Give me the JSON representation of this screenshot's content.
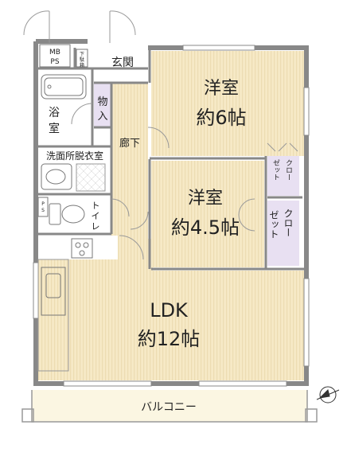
{
  "colors": {
    "wall": "#888888",
    "floor_wood": "#f6e9c6",
    "floor_wood_stripe": "#eadab0",
    "storage": "#e8e0f2",
    "wet_area": "#ffffff",
    "balcony": "#fbf6e2",
    "line": "#666666"
  },
  "rooms": {
    "western1": {
      "name": "洋室",
      "size": "約6帖"
    },
    "western2": {
      "name": "洋室",
      "size": "約4.5帖"
    },
    "ldk": {
      "name": "LDK",
      "size": "約12帖"
    },
    "corridor": "廊下",
    "entrance": "玄関",
    "storage": [
      "物",
      "入"
    ],
    "bath": [
      "浴",
      "室"
    ],
    "washroom": "洗面所脱衣室",
    "toilet": [
      "ト",
      "イ",
      "レ"
    ],
    "closet1_cols": [
      "ゼット",
      "クロー"
    ],
    "closet2_cols": [
      "ゼット",
      "クロー"
    ],
    "shoe_box": [
      "下",
      "駄",
      "箱"
    ],
    "balcony": "バルコニー",
    "mb_ps": [
      "MB",
      "PS"
    ],
    "ps": [
      "P",
      "S"
    ]
  },
  "icons": {
    "north": "compass-north-icon"
  }
}
